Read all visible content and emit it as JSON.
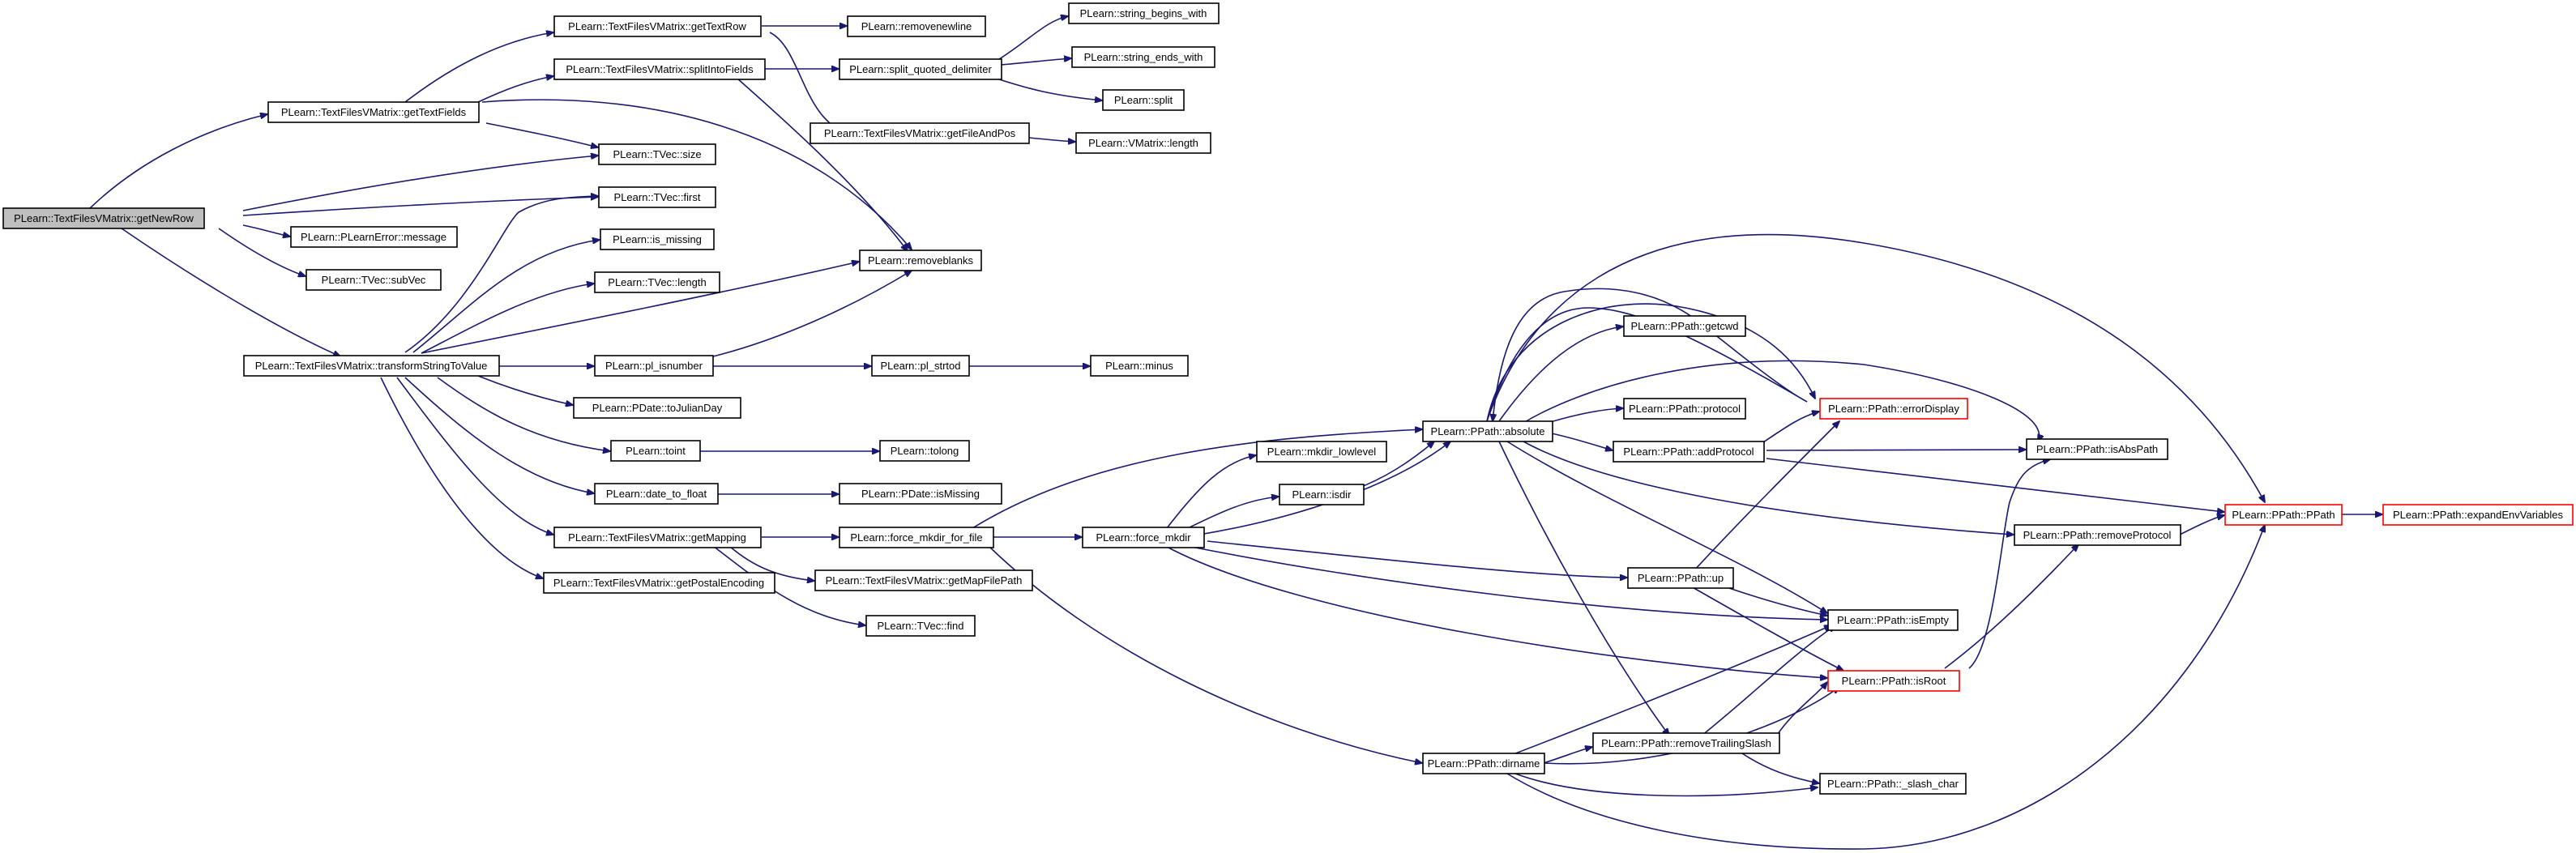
{
  "nodes": {
    "getNewRow": "PLearn::TextFilesVMatrix::getNewRow",
    "getTextFields": "PLearn::TextFilesVMatrix::getTextFields",
    "getTextRow": "PLearn::TextFilesVMatrix::getTextRow",
    "splitIntoFields": "PLearn::TextFilesVMatrix::splitIntoFields",
    "removenewline": "PLearn::removenewline",
    "split_quoted_delimiter": "PLearn::split_quoted_delimiter",
    "string_begins_with": "PLearn::string_begins_with",
    "string_ends_with": "PLearn::string_ends_with",
    "split": "PLearn::split",
    "getFileAndPos": "PLearn::TextFilesVMatrix::getFileAndPos",
    "vmatrix_length": "PLearn::VMatrix::length",
    "tvec_size": "PLearn::TVec::size",
    "tvec_first": "PLearn::TVec::first",
    "plearnerror_message": "PLearn::PLearnError::message",
    "tvec_subVec": "PLearn::TVec::subVec",
    "is_missing": "PLearn::is_missing",
    "tvec_length": "PLearn::TVec::length",
    "removeblanks": "PLearn::removeblanks",
    "transformStringToValue": "PLearn::TextFilesVMatrix::transformStringToValue",
    "pl_isnumber": "PLearn::pl_isnumber",
    "pl_strtod": "PLearn::pl_strtod",
    "minus": "PLearn::minus",
    "toJulianDay": "PLearn::PDate::toJulianDay",
    "toint": "PLearn::toint",
    "tolong": "PLearn::tolong",
    "date_to_float": "PLearn::date_to_float",
    "pdate_isMissing": "PLearn::PDate::isMissing",
    "getMapping": "PLearn::TextFilesVMatrix::getMapping",
    "force_mkdir_for_file": "PLearn::force_mkdir_for_file",
    "getMapFilePath": "PLearn::TextFilesVMatrix::getMapFilePath",
    "tvec_find": "PLearn::TVec::find",
    "getPostalEncoding": "PLearn::TextFilesVMatrix::getPostalEncoding",
    "force_mkdir": "PLearn::force_mkdir",
    "mkdir_lowlevel": "PLearn::mkdir_lowlevel",
    "isdir": "PLearn::isdir",
    "absolute": "PLearn::PPath::absolute",
    "getcwd": "PLearn::PPath::getcwd",
    "protocol": "PLearn::PPath::protocol",
    "addProtocol": "PLearn::PPath::addProtocol",
    "errorDisplay": "PLearn::PPath::errorDisplay",
    "isAbsPath": "PLearn::PPath::isAbsPath",
    "removeProtocol": "PLearn::PPath::removeProtocol",
    "ppath_ctor": "PLearn::PPath::PPath",
    "expandEnvVariables": "PLearn::PPath::expandEnvVariables",
    "up": "PLearn::PPath::up",
    "isEmpty": "PLearn::PPath::isEmpty",
    "isRoot": "PLearn::PPath::isRoot",
    "removeTrailingSlash": "PLearn::PPath::removeTrailingSlash",
    "dirname": "PLearn::PPath::dirname",
    "slash_char": "PLearn::PPath::_slash_char"
  },
  "colors": {
    "edge": "#191970",
    "root_fill": "#bfbfbf",
    "node_border": "#000000",
    "highlight_border": "#ff0000"
  }
}
